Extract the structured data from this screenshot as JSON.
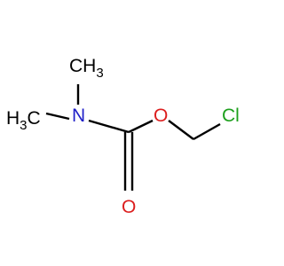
{
  "atoms": {
    "ch3_top": {
      "main": "CH",
      "sub": "3"
    },
    "h3c_left": {
      "main": "H",
      "sub": "3",
      "tail": "C"
    },
    "n": {
      "text": "N"
    },
    "o_ether": {
      "text": "O"
    },
    "o_carbonyl": {
      "text": "O"
    },
    "cl": {
      "text": "Cl"
    }
  },
  "colors": {
    "carbon": "#000000",
    "nitrogen": "#1f1fc8",
    "oxygen": "#dc1e1e",
    "chlorine": "#1ea01e"
  }
}
